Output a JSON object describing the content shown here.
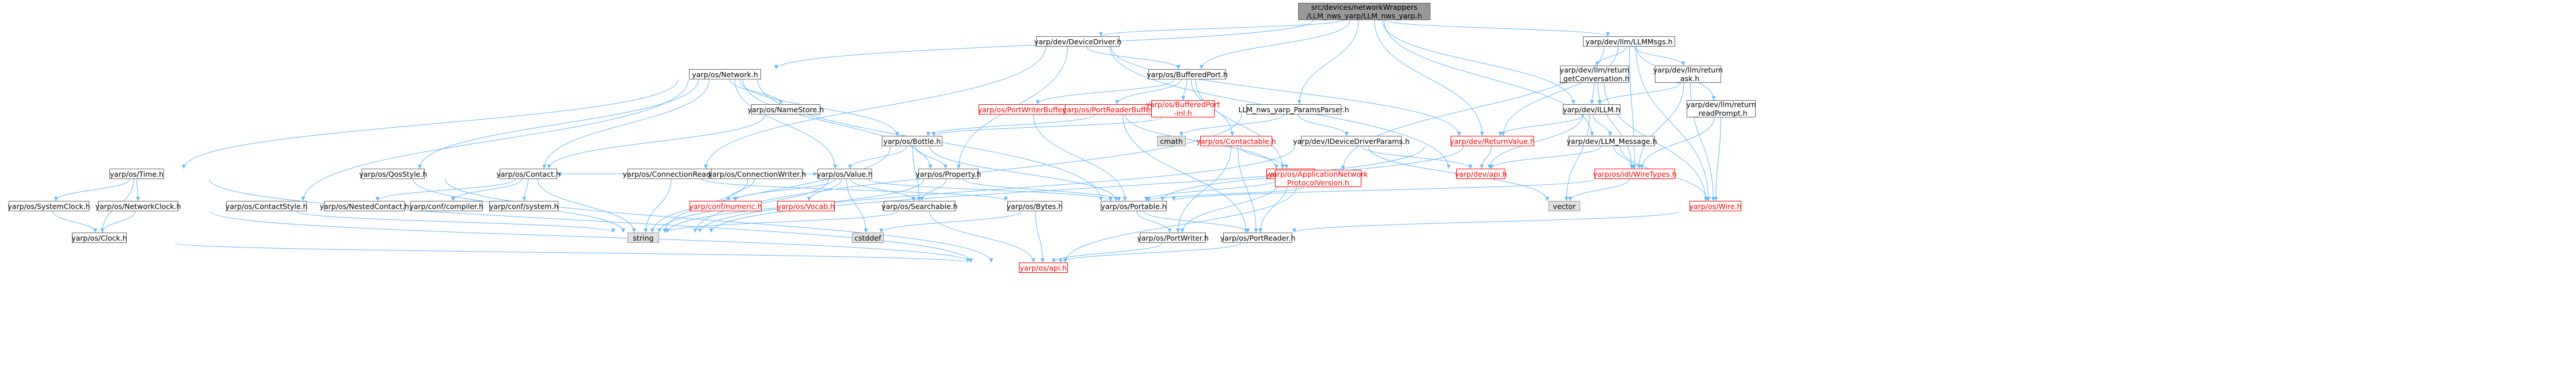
{
  "nodes": [
    {
      "id": "root",
      "label": "src/devices/networkWrappers\n/LLM_nws_yarp/LLM_nws_yarp.h",
      "kind": "root"
    },
    {
      "id": "devicedriver",
      "label": "yarp/dev/DeviceDriver.h",
      "kind": "normal"
    },
    {
      "id": "llmmsgs",
      "label": "yarp/dev/llm/LLMMsgs.h",
      "kind": "normal"
    },
    {
      "id": "network",
      "label": "yarp/os/Network.h",
      "kind": "normal"
    },
    {
      "id": "bufferedport",
      "label": "yarp/os/BufferedPort.h",
      "kind": "normal"
    },
    {
      "id": "getconv",
      "label": "yarp/dev/llm/return\n_getConversation.h",
      "kind": "normal"
    },
    {
      "id": "ask",
      "label": "yarp/dev/llm/return\n_ask.h",
      "kind": "normal"
    },
    {
      "id": "nsa",
      "label": "yarp/os/NameStore.h",
      "kind": "normal"
    },
    {
      "id": "portwriterbuffer",
      "label": "yarp/os/PortWriterBuffer.h",
      "kind": "red"
    },
    {
      "id": "portreaderbuffer",
      "label": "yarp/os/PortReaderBuffer.h",
      "kind": "red"
    },
    {
      "id": "bufferedportinl",
      "label": "yarp/os/BufferedPort\n-inl.h",
      "kind": "red"
    },
    {
      "id": "paramsparser",
      "label": "LLM_nws_yarp_ParamsParser.h",
      "kind": "normal"
    },
    {
      "id": "illm",
      "label": "yarp/dev/ILLM.h",
      "kind": "normal"
    },
    {
      "id": "readprompt",
      "label": "yarp/dev/llm/return\n_readPrompt.h",
      "kind": "normal"
    },
    {
      "id": "bottle",
      "label": "yarp/os/Bottle.h",
      "kind": "normal"
    },
    {
      "id": "cmath",
      "label": "cmath",
      "kind": "gray"
    },
    {
      "id": "contactable",
      "label": "yarp/os/Contactable.h",
      "kind": "red"
    },
    {
      "id": "devicedriverparams",
      "label": "yarp/dev/IDeviceDriverParams.h",
      "kind": "normal"
    },
    {
      "id": "returnvalue",
      "label": "yarp/dev/ReturnValue.h",
      "kind": "red"
    },
    {
      "id": "llmmessage",
      "label": "yarp/dev/LLM_Message.h",
      "kind": "normal"
    },
    {
      "id": "connreader",
      "label": "yarp/os/ConnectionReader.h",
      "kind": "normal"
    },
    {
      "id": "time",
      "label": "yarp/os/Time.h",
      "kind": "normal"
    },
    {
      "id": "qosstyle",
      "label": "yarp/os/QosStyle.h",
      "kind": "normal"
    },
    {
      "id": "contact",
      "label": "yarp/os/Contact.h",
      "kind": "normal"
    },
    {
      "id": "connwriter",
      "label": "yarp/os/ConnectionWriter.h",
      "kind": "normal"
    },
    {
      "id": "value",
      "label": "yarp/os/Value.h",
      "kind": "normal"
    },
    {
      "id": "property",
      "label": "yarp/os/Property.h",
      "kind": "normal"
    },
    {
      "id": "port",
      "label": "yarp/os/Port.h",
      "kind": "red"
    },
    {
      "id": "appnetproto",
      "label": "yarp/os/ApplicationNetwork\nProtocolVersion.h",
      "kind": "red"
    },
    {
      "id": "devapi",
      "label": "yarp/dev/api.h",
      "kind": "red"
    },
    {
      "id": "idlwiretypes",
      "label": "yarp/os/idl/WireTypes.h",
      "kind": "red"
    },
    {
      "id": "systemclock",
      "label": "yarp/os/SystemClock.h",
      "kind": "normal"
    },
    {
      "id": "networkclock",
      "label": "yarp/os/NetworkClock.h",
      "kind": "normal"
    },
    {
      "id": "contactstyle",
      "label": "yarp/os/ContactStyle.h",
      "kind": "normal"
    },
    {
      "id": "nestedcontact",
      "label": "yarp/os/NestedContact.h",
      "kind": "normal"
    },
    {
      "id": "confcompiler",
      "label": "yarp/conf/compiler.h",
      "kind": "normal"
    },
    {
      "id": "confsystem",
      "label": "yarp/conf/system.h",
      "kind": "normal"
    },
    {
      "id": "confnumeric",
      "label": "yarp/conf/numeric.h",
      "kind": "red"
    },
    {
      "id": "vocab",
      "label": "yarp/os/Vocab.h",
      "kind": "red"
    },
    {
      "id": "searchable",
      "label": "yarp/os/Searchable.h",
      "kind": "normal"
    },
    {
      "id": "bytes",
      "label": "yarp/os/Bytes.h",
      "kind": "normal"
    },
    {
      "id": "portable",
      "label": "yarp/os/Portable.h",
      "kind": "normal"
    },
    {
      "id": "vector",
      "label": "vector",
      "kind": "gray"
    },
    {
      "id": "wire",
      "label": "yarp/os/Wire.h",
      "kind": "red"
    },
    {
      "id": "clock",
      "label": "yarp/os/Clock.h",
      "kind": "normal"
    },
    {
      "id": "string",
      "label": "string",
      "kind": "gray"
    },
    {
      "id": "cstddef",
      "label": "cstddef",
      "kind": "gray"
    },
    {
      "id": "portwriter",
      "label": "yarp/os/PortWriter.h",
      "kind": "normal"
    },
    {
      "id": "portreader",
      "label": "yarp/os/PortReader.h",
      "kind": "normal"
    },
    {
      "id": "osapi",
      "label": "yarp/os/api.h",
      "kind": "red"
    }
  ],
  "edges": [
    [
      "root",
      "devicedriver"
    ],
    [
      "root",
      "llmmsgs"
    ],
    [
      "root",
      "network"
    ],
    [
      "root",
      "bufferedport"
    ],
    [
      "root",
      "paramsparser"
    ],
    [
      "root",
      "illm"
    ],
    [
      "root",
      "llmmessage"
    ],
    [
      "root",
      "returnvalue"
    ],
    [
      "devicedriver",
      "bufferedport"
    ],
    [
      "devicedriver",
      "property"
    ],
    [
      "devicedriver",
      "devapi"
    ],
    [
      "devicedriver",
      "connreader"
    ],
    [
      "devicedriver",
      "returnvalue"
    ],
    [
      "llmmsgs",
      "getconv"
    ],
    [
      "llmmsgs",
      "ask"
    ],
    [
      "llmmsgs",
      "readprompt"
    ],
    [
      "llmmsgs",
      "idlwiretypes"
    ],
    [
      "llmmsgs",
      "wire"
    ],
    [
      "llmmsgs",
      "appnetproto"
    ],
    [
      "llmmsgs",
      "returnvalue"
    ],
    [
      "network",
      "time"
    ],
    [
      "network",
      "contact"
    ],
    [
      "network",
      "qosstyle"
    ],
    [
      "network",
      "contactstyle"
    ],
    [
      "network",
      "nsa"
    ],
    [
      "network",
      "value"
    ],
    [
      "network",
      "property"
    ],
    [
      "network",
      "bottle"
    ],
    [
      "network",
      "portable"
    ],
    [
      "bufferedport",
      "portwriterbuffer"
    ],
    [
      "bufferedport",
      "portreaderbuffer"
    ],
    [
      "bufferedport",
      "bufferedportinl"
    ],
    [
      "bufferedport",
      "port"
    ],
    [
      "bufferedport",
      "contactable"
    ],
    [
      "getconv",
      "illm"
    ],
    [
      "getconv",
      "idlwiretypes"
    ],
    [
      "getconv",
      "wire"
    ],
    [
      "ask",
      "illm"
    ],
    [
      "ask",
      "idlwiretypes"
    ],
    [
      "ask",
      "wire"
    ],
    [
      "nsa",
      "contact"
    ],
    [
      "portwriterbuffer",
      "portable"
    ],
    [
      "portreaderbuffer",
      "port"
    ],
    [
      "portreaderbuffer",
      "portreader"
    ],
    [
      "portreaderbuffer",
      "bottle"
    ],
    [
      "bufferedportinl",
      "bottle"
    ],
    [
      "paramsparser",
      "cmath"
    ],
    [
      "paramsparser",
      "devicedriverparams"
    ],
    [
      "paramsparser",
      "string"
    ],
    [
      "illm",
      "returnvalue"
    ],
    [
      "illm",
      "llmmessage"
    ],
    [
      "illm",
      "vector"
    ],
    [
      "illm",
      "devapi"
    ],
    [
      "readprompt",
      "idlwiretypes"
    ],
    [
      "readprompt",
      "wire"
    ],
    [
      "bottle",
      "value"
    ],
    [
      "bottle",
      "property"
    ],
    [
      "bottle",
      "searchable"
    ],
    [
      "bottle",
      "portable"
    ],
    [
      "bottle",
      "string"
    ],
    [
      "contactable",
      "port"
    ],
    [
      "contactable",
      "portreader"
    ],
    [
      "contactable",
      "portwriter"
    ],
    [
      "devicedriverparams",
      "string"
    ],
    [
      "devicedriverparams",
      "vector"
    ],
    [
      "devicedriverparams",
      "devapi"
    ],
    [
      "returnvalue",
      "devapi"
    ],
    [
      "returnvalue",
      "string"
    ],
    [
      "returnvalue",
      "portable"
    ],
    [
      "llmmessage",
      "idlwiretypes"
    ],
    [
      "llmmessage",
      "wire"
    ],
    [
      "llmmessage",
      "devapi"
    ],
    [
      "connreader",
      "contact"
    ],
    [
      "connreader",
      "value"
    ],
    [
      "connreader",
      "bytes"
    ],
    [
      "connreader",
      "string"
    ],
    [
      "time",
      "systemclock"
    ],
    [
      "time",
      "networkclock"
    ],
    [
      "time",
      "clock"
    ],
    [
      "time",
      "osapi"
    ],
    [
      "qosstyle",
      "string"
    ],
    [
      "qosstyle",
      "osapi"
    ],
    [
      "contact",
      "nestedcontact"
    ],
    [
      "contact",
      "confcompiler"
    ],
    [
      "contact",
      "confsystem"
    ],
    [
      "contact",
      "string"
    ],
    [
      "connwriter",
      "string"
    ],
    [
      "connwriter",
      "confnumeric"
    ],
    [
      "value",
      "confnumeric"
    ],
    [
      "value",
      "vocab"
    ],
    [
      "value",
      "searchable"
    ],
    [
      "value",
      "portable"
    ],
    [
      "value",
      "cstddef"
    ],
    [
      "value",
      "string"
    ],
    [
      "property",
      "searchable"
    ],
    [
      "property",
      "portable"
    ],
    [
      "property",
      "string"
    ],
    [
      "port",
      "portable"
    ],
    [
      "port",
      "portreader"
    ],
    [
      "port",
      "portwriter"
    ],
    [
      "appnetproto",
      "portable"
    ],
    [
      "appnetproto",
      "osapi"
    ],
    [
      "idlwiretypes",
      "vector"
    ],
    [
      "idlwiretypes",
      "portable"
    ],
    [
      "systemclock",
      "clock"
    ],
    [
      "networkclock",
      "clock"
    ],
    [
      "networkclock",
      "osapi"
    ],
    [
      "contactstyle",
      "string"
    ],
    [
      "searchable",
      "string"
    ],
    [
      "searchable",
      "osapi"
    ],
    [
      "bytes",
      "cstddef"
    ],
    [
      "bytes",
      "osapi"
    ],
    [
      "portable",
      "portreader"
    ],
    [
      "portable",
      "portwriter"
    ],
    [
      "wire",
      "portreader"
    ],
    [
      "clock",
      "osapi"
    ],
    [
      "portwriter",
      "osapi"
    ],
    [
      "portreader",
      "osapi"
    ]
  ]
}
